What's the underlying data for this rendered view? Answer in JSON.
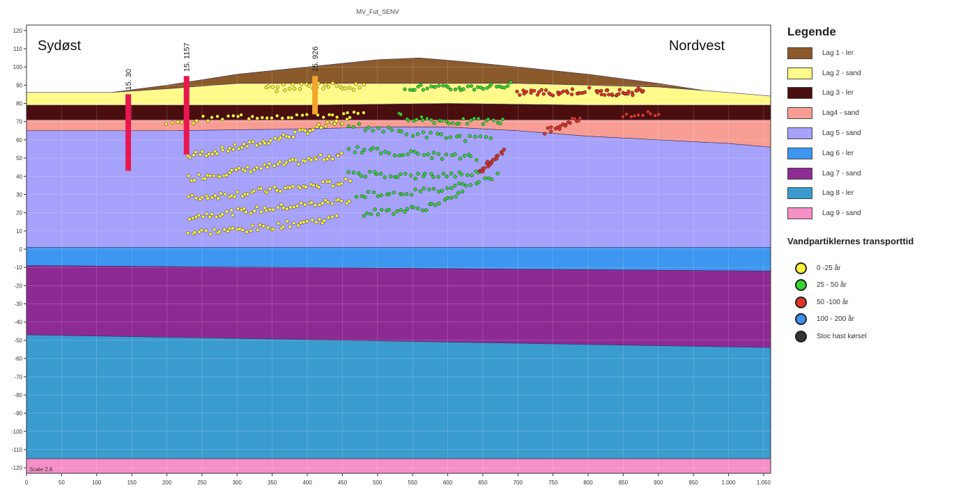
{
  "figure": {
    "title": "MV_Fut_SENV",
    "left_label": "Sydøst",
    "right_label": "Nordvest",
    "scale_label": "Scale 2.8"
  },
  "wells": [
    {
      "label": "15. 30",
      "x": 145,
      "top": 85,
      "bottom": 43,
      "color": "#e8174f"
    },
    {
      "label": "15. 1157",
      "x": 228,
      "top": 95,
      "bottom": 52,
      "color": "#e8174f"
    },
    {
      "label": "15. 926",
      "x": 411,
      "top": 95,
      "bottom": 74,
      "color": "#f2a52c"
    }
  ],
  "axes": {
    "x_ticks": [
      "0",
      "50",
      "100",
      "150",
      "200",
      "250",
      "300",
      "350",
      "400",
      "450",
      "500",
      "550",
      "600",
      "650",
      "700",
      "750",
      "800",
      "850",
      "900",
      "950",
      "1.000",
      "1.050"
    ],
    "y_ticks": [
      "120",
      "110",
      "100",
      "90",
      "80",
      "70",
      "60",
      "50",
      "40",
      "30",
      "20",
      "10",
      "0",
      "-10",
      "-20",
      "-30",
      "-40",
      "-50",
      "-60",
      "-70",
      "-80",
      "-90",
      "-100",
      "-110",
      "-120"
    ]
  },
  "legend": {
    "title": "Legende",
    "items": [
      {
        "label": "Lag 1 - ler",
        "color": "#8b5a2b"
      },
      {
        "label": "Lag 2 - sand",
        "color": "#fffa8a"
      },
      {
        "label": "Lag 3 - ler",
        "color": "#4a0e0e"
      },
      {
        "label": "Lag4 - sand",
        "color": "#f79d94"
      },
      {
        "label": "Lag 5 - sand",
        "color": "#a6a1fb"
      },
      {
        "label": "Lag 6 - ler",
        "color": "#3d96ef"
      },
      {
        "label": "Lag 7 - sand",
        "color": "#8e2a93"
      },
      {
        "label": "Lag 8 - ler",
        "color": "#3a9bcf"
      },
      {
        "label": "Lag 9 - sand",
        "color": "#f58fc6"
      }
    ]
  },
  "transport": {
    "title": "Vandpartiklernes transporttid",
    "items": [
      {
        "label": "0 -25 år",
        "color": "#fff23a"
      },
      {
        "label": "25 - 50 år",
        "color": "#33d62f"
      },
      {
        "label": "50 -100 år",
        "color": "#e0322a"
      },
      {
        "label": "100 - 200 år",
        "color": "#3d8ff0"
      },
      {
        "label": "Stoc hast kørsel",
        "color": "#333333"
      }
    ]
  },
  "particle_clusters": [
    {
      "class": 0,
      "path": [
        [
          230,
          51
        ],
        [
          330,
          58
        ],
        [
          460,
          71
        ]
      ],
      "count": 55
    },
    {
      "class": 0,
      "path": [
        [
          232,
          39
        ],
        [
          340,
          45
        ],
        [
          450,
          52
        ]
      ],
      "count": 50
    },
    {
      "class": 0,
      "path": [
        [
          232,
          28
        ],
        [
          340,
          32
        ],
        [
          460,
          37
        ]
      ],
      "count": 50
    },
    {
      "class": 0,
      "path": [
        [
          232,
          18
        ],
        [
          340,
          22
        ],
        [
          460,
          27
        ]
      ],
      "count": 48
    },
    {
      "class": 0,
      "path": [
        [
          232,
          9
        ],
        [
          320,
          11
        ],
        [
          440,
          17
        ]
      ],
      "count": 44
    },
    {
      "class": 0,
      "path": [
        [
          200,
          70
        ],
        [
          320,
          73
        ],
        [
          480,
          74
        ]
      ],
      "count": 40
    },
    {
      "class": 0,
      "path": [
        [
          340,
          88
        ],
        [
          420,
          90
        ],
        [
          480,
          89
        ]
      ],
      "count": 30
    },
    {
      "class": 1,
      "path": [
        [
          540,
          89
        ],
        [
          600,
          88
        ],
        [
          690,
          90
        ]
      ],
      "count": 35
    },
    {
      "class": 1,
      "path": [
        [
          530,
          73
        ],
        [
          600,
          70
        ],
        [
          680,
          70
        ]
      ],
      "count": 30
    },
    {
      "class": 1,
      "path": [
        [
          460,
          68
        ],
        [
          560,
          63
        ],
        [
          660,
          60
        ]
      ],
      "count": 30
    },
    {
      "class": 1,
      "path": [
        [
          460,
          55
        ],
        [
          560,
          52
        ],
        [
          640,
          50
        ]
      ],
      "count": 32
    },
    {
      "class": 1,
      "path": [
        [
          460,
          42
        ],
        [
          560,
          40
        ],
        [
          650,
          42
        ]
      ],
      "count": 34
    },
    {
      "class": 1,
      "path": [
        [
          470,
          30
        ],
        [
          580,
          32
        ],
        [
          670,
          40
        ]
      ],
      "count": 34
    },
    {
      "class": 1,
      "path": [
        [
          480,
          20
        ],
        [
          560,
          22
        ],
        [
          620,
          30
        ]
      ],
      "count": 28
    },
    {
      "class": 2,
      "path": [
        [
          700,
          86
        ],
        [
          760,
          86
        ],
        [
          800,
          87
        ]
      ],
      "count": 30
    },
    {
      "class": 2,
      "path": [
        [
          810,
          86
        ],
        [
          860,
          86
        ],
        [
          880,
          87
        ]
      ],
      "count": 28
    },
    {
      "class": 2,
      "path": [
        [
          740,
          65
        ],
        [
          760,
          68
        ],
        [
          790,
          72
        ]
      ],
      "count": 18
    },
    {
      "class": 2,
      "path": [
        [
          645,
          43
        ],
        [
          665,
          48
        ],
        [
          680,
          55
        ]
      ],
      "count": 20
    },
    {
      "class": 2,
      "path": [
        [
          850,
          74
        ],
        [
          875,
          74
        ],
        [
          900,
          74
        ]
      ],
      "count": 10
    }
  ]
}
